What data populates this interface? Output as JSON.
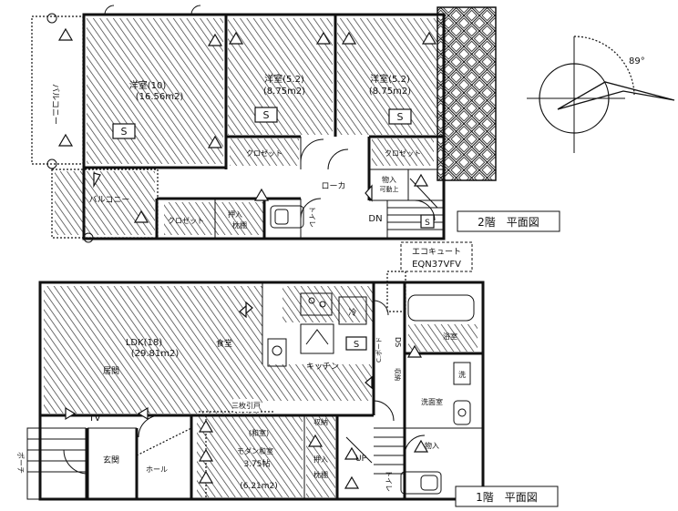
{
  "floor2": {
    "title": "2階　平面図",
    "bedroom_main_name": "洋室(10)",
    "bedroom_main_area": "(16.56m2)",
    "bedroom_b_name": "洋室(5.2)",
    "bedroom_b_area": "(8.75m2)",
    "bedroom_c_name": "洋室(5.2)",
    "bedroom_c_area": "(8.75m2)",
    "balcony_vertical": "バルコニー",
    "balcony_lower": "バルコニー",
    "closet_b": "クロゼット",
    "closet_c": "クロゼット",
    "closet_hall": "クロゼット",
    "oshiire": "押入",
    "makuradana": "枕棚",
    "toilet": "トイレ",
    "hallway": "ローカ",
    "storage_label": "物入",
    "storage_sub": "可動上",
    "stairs_down": "DN",
    "s_mark": "S"
  },
  "floor1": {
    "title": "1階　平面図",
    "ldk_name": "LDK(18)",
    "ldk_area": "(29.81m2)",
    "living": "居間",
    "dining": "食堂",
    "kitchen": "キッチン",
    "fridge": "冷",
    "tv": "TV",
    "mitsubiki": "三枚引戸",
    "washitsu_paren": "(和室)",
    "washitsu_name": "モダン和室",
    "washitsu_size": "3.75帖",
    "washitsu_area": "(6.21m2)",
    "oshiire": "押入",
    "makuradana": "枕棚",
    "shuno": "収納",
    "bath": "浴室",
    "wash": "洗",
    "senmen": "洗面室",
    "ds": "DS",
    "cpost": "C.ポード",
    "shuno_v": "収納",
    "storage": "物入",
    "genkan": "玄関",
    "hall": "ホール",
    "porch": "ポーチ",
    "toilet": "トイレ",
    "up": "UP",
    "s_mark": "S"
  },
  "equipment": {
    "line1": "エコキュート",
    "line2": "EQN37VFV"
  },
  "compass": {
    "angle": "89°"
  }
}
